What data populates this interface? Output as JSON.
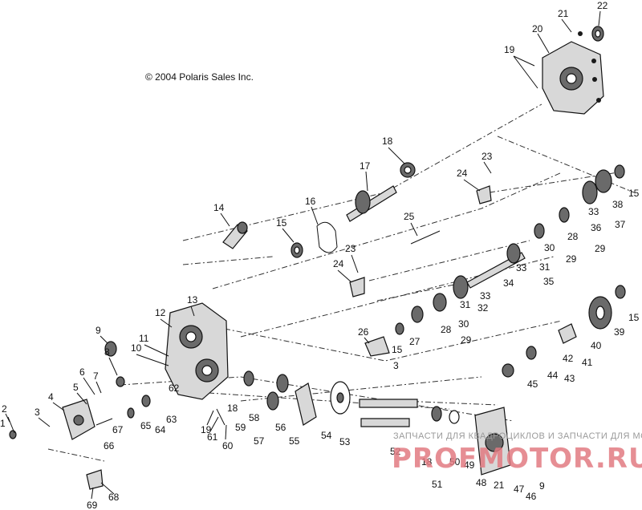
{
  "copyright": "© 2004 Polaris Sales Inc.",
  "watermark": {
    "text": "ЗАПЧАСТИ ДЛЯ КВАДРОЦИКЛОВ И ЗАПЧАСТИ ДЛЯ МОТОТЕХНИКИ",
    "logo": "PROFMOTOR.RU"
  },
  "callouts": [
    "1",
    "2",
    "3",
    "3",
    "4",
    "5",
    "6",
    "7",
    "8",
    "9",
    "9",
    "10",
    "11",
    "12",
    "13",
    "14",
    "15",
    "15",
    "15",
    "15",
    "16",
    "17",
    "18",
    "18",
    "18",
    "19",
    "19",
    "20",
    "21",
    "21",
    "22",
    "23",
    "23",
    "24",
    "24",
    "25",
    "26",
    "27",
    "28",
    "28",
    "29",
    "29",
    "29",
    "30",
    "30",
    "31",
    "31",
    "32",
    "33",
    "33",
    "33",
    "34",
    "35",
    "36",
    "37",
    "38",
    "39",
    "40",
    "41",
    "42",
    "43",
    "44",
    "45",
    "46",
    "47",
    "48",
    "49",
    "50",
    "51",
    "52",
    "53",
    "54",
    "55",
    "56",
    "57",
    "58",
    "59",
    "60",
    "61",
    "62",
    "63",
    "64",
    "65",
    "66",
    "67",
    "68",
    "69"
  ],
  "colors": {
    "line": "#111111",
    "part_fill": "#d8d8d8",
    "part_dark": "#6a6a6a",
    "watermark": "#e27b82"
  }
}
